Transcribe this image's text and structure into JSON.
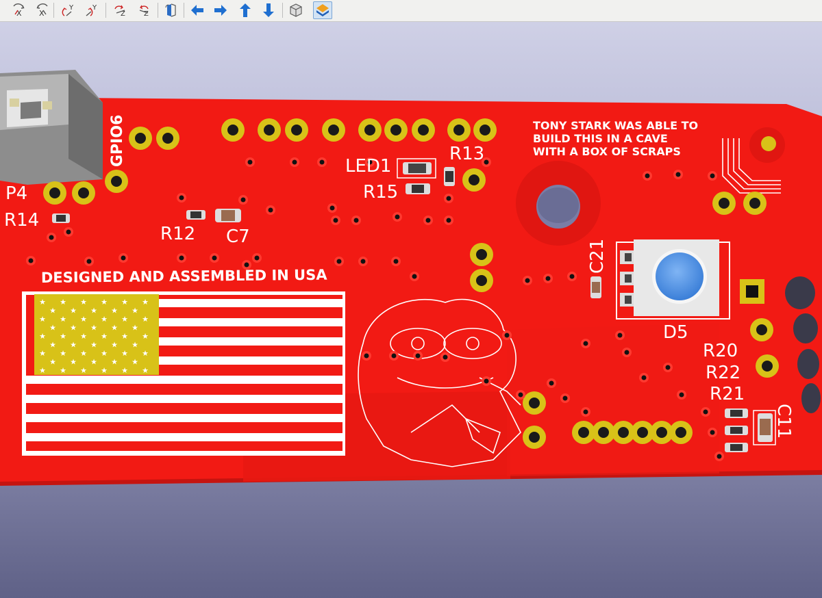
{
  "toolbar": {
    "buttons": [
      {
        "id": "rotate-x-cw",
        "icon": "rotate-x-clockwise-icon",
        "glyph": "X"
      },
      {
        "id": "rotate-x-ccw",
        "icon": "rotate-x-counterclockwise-icon",
        "glyph": "X"
      },
      {
        "id": "rotate-y-cw",
        "icon": "rotate-y-clockwise-icon",
        "glyph": "Y"
      },
      {
        "id": "rotate-y-ccw",
        "icon": "rotate-y-counterclockwise-icon",
        "glyph": "Y"
      },
      {
        "id": "rotate-z-cw",
        "icon": "rotate-z-clockwise-icon",
        "glyph": "Z"
      },
      {
        "id": "rotate-z-ccw",
        "icon": "rotate-z-counterclockwise-icon",
        "glyph": "Z"
      },
      {
        "id": "flip-board",
        "icon": "flip-board-icon",
        "glyph": ""
      },
      {
        "id": "move-left",
        "icon": "arrow-left-icon",
        "glyph": ""
      },
      {
        "id": "move-right",
        "icon": "arrow-right-icon",
        "glyph": ""
      },
      {
        "id": "move-up",
        "icon": "arrow-up-icon",
        "glyph": ""
      },
      {
        "id": "move-down",
        "icon": "arrow-down-icon",
        "glyph": ""
      },
      {
        "id": "ortho-view",
        "icon": "cube-icon",
        "glyph": ""
      },
      {
        "id": "layers-view",
        "icon": "layers-icon",
        "glyph": ""
      }
    ]
  },
  "board": {
    "silkscreen_text": {
      "designed": "DESIGNED AND ASSEMBLED IN USA",
      "tony_line1": "TONY STARK WAS ABLE TO",
      "tony_line2": "BUILD THIS IN A CAVE",
      "tony_line3": "WITH A BOX OF SCRAPS"
    },
    "refdes": {
      "gpio6": "GPIO6",
      "p4": "P4",
      "r14": "R14",
      "r12": "R12",
      "c7": "C7",
      "led1": "LED1",
      "r13": "R13",
      "r15": "R15",
      "c21": "C21",
      "d5": "D5",
      "r20": "R20",
      "r22": "R22",
      "r21": "R21",
      "c11": "C11"
    }
  },
  "colors": {
    "board_red": "#f21a14",
    "silk_white": "#ffffff",
    "pad_gold": "#d8c218",
    "toolbar_bg": "#f1f1ef",
    "accent_blue": "#1f6fd0",
    "led_blue": "#4a8fe0"
  }
}
